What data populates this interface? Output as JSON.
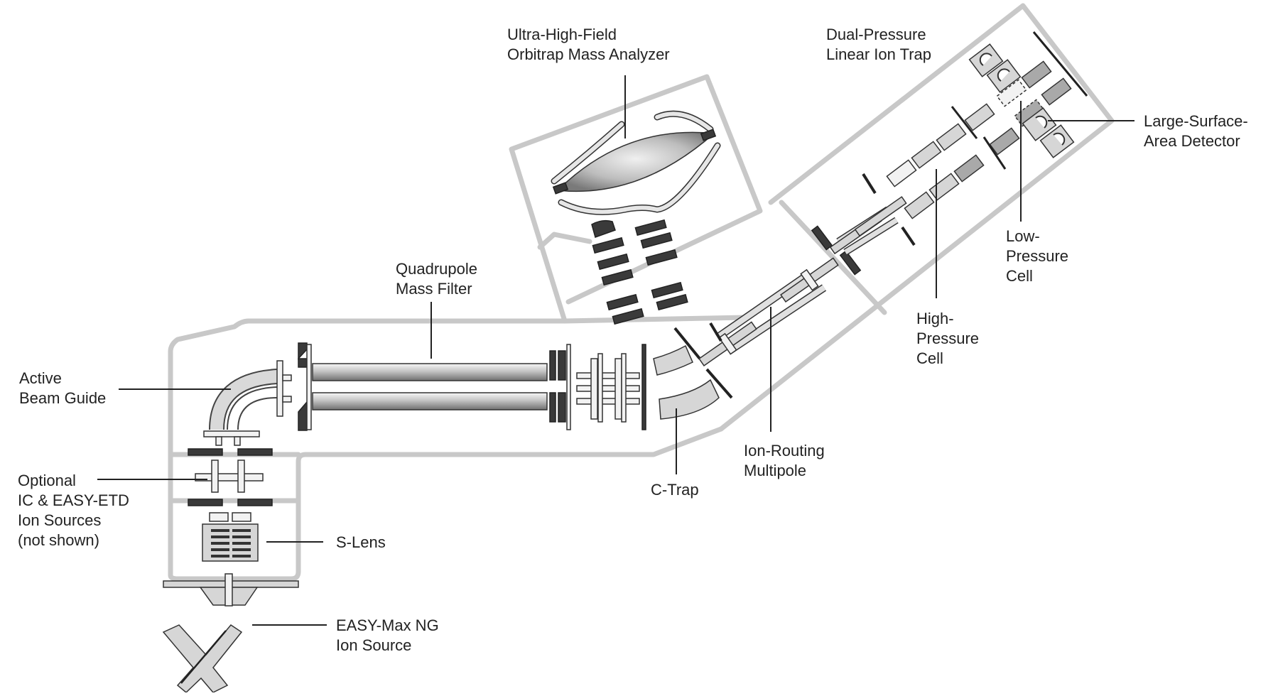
{
  "labels": {
    "orbitrap": [
      "Ultra-High-Field",
      "Orbitrap Mass Analyzer"
    ],
    "ion_trap": [
      "Dual-Pressure",
      "Linear Ion Trap"
    ],
    "detector": [
      "Large-Surface-",
      "Area Detector"
    ],
    "low_pressure_cell": [
      "Low-",
      "Pressure",
      "Cell"
    ],
    "high_pressure_cell": [
      "High-",
      "Pressure",
      "Cell"
    ],
    "quadrupole": [
      "Quadrupole",
      "Mass Filter"
    ],
    "beam_guide": [
      "Active",
      "Beam Guide"
    ],
    "optional_sources": [
      "Optional",
      "IC & EASY-ETD",
      "Ion Sources",
      "(not shown)"
    ],
    "s_lens": [
      "S-Lens"
    ],
    "ion_source": [
      "EASY-Max NG",
      "Ion Source"
    ],
    "c_trap": [
      "C-Trap"
    ],
    "ion_routing": [
      "Ion-Routing",
      "Multipole"
    ]
  },
  "colors": {
    "housing": "#c8c8c8",
    "dark_part": "#3a3a3a",
    "mid_part": "#a9a9a9",
    "light_part": "#d6d6d6",
    "text": "#222222"
  }
}
